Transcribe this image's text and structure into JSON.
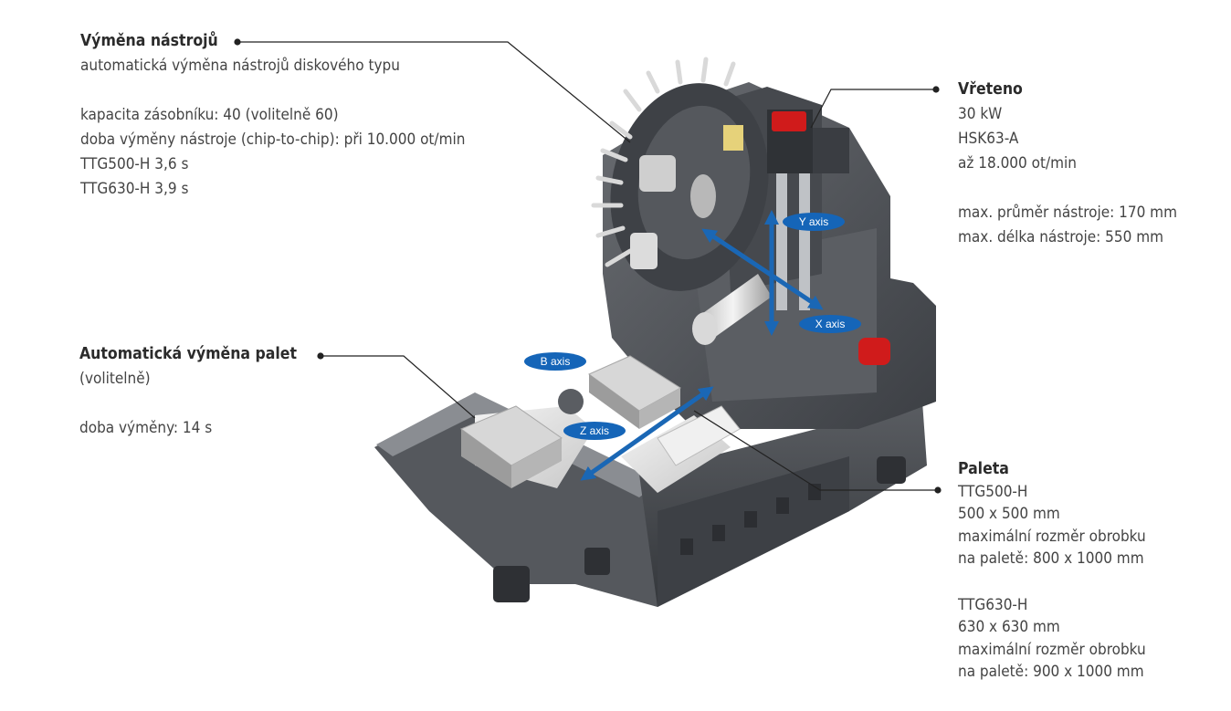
{
  "tool_change": {
    "title": "Výměna nástrojů",
    "lines": [
      "automatická výměna nástrojů diskového typu",
      "",
      "kapacita zásobníku: 40 (volitelně 60)",
      "doba výměny nástroje (chip-to-chip): při 10.000 ot/min",
      "TTG500-H 3,6 s",
      "TTG630-H 3,9 s"
    ]
  },
  "spindle": {
    "title": "Vřeteno",
    "lines": [
      "30 kW",
      "HSK63-A",
      "až 18.000 ot/min",
      "",
      "max. průměr nástroje: 170 mm",
      "max. délka nástroje: 550 mm"
    ]
  },
  "pallet_change": {
    "title": "Automatická výměna palet",
    "lines": [
      "(volitelně)",
      "",
      "doba výměny: 14 s"
    ]
  },
  "pallet": {
    "title": "Paleta",
    "lines": [
      "TTG500-H",
      "500 x 500 mm",
      "maximální rozměr obrobku",
      "na paletě: 800 x 1000 mm",
      "",
      "TTG630-H",
      "630 x 630 mm",
      "maximální rozměr obrobku",
      "na paletě: 900 x 1000 mm"
    ]
  },
  "axes": {
    "y": "Y axis",
    "x": "X axis",
    "b": "B axis",
    "z": "Z axis"
  },
  "colors": {
    "axis_badge": "#1565b8",
    "machine_dark": "#4a4d52",
    "machine_light": "#e6e6e6",
    "accent_red": "#d01b1b"
  }
}
